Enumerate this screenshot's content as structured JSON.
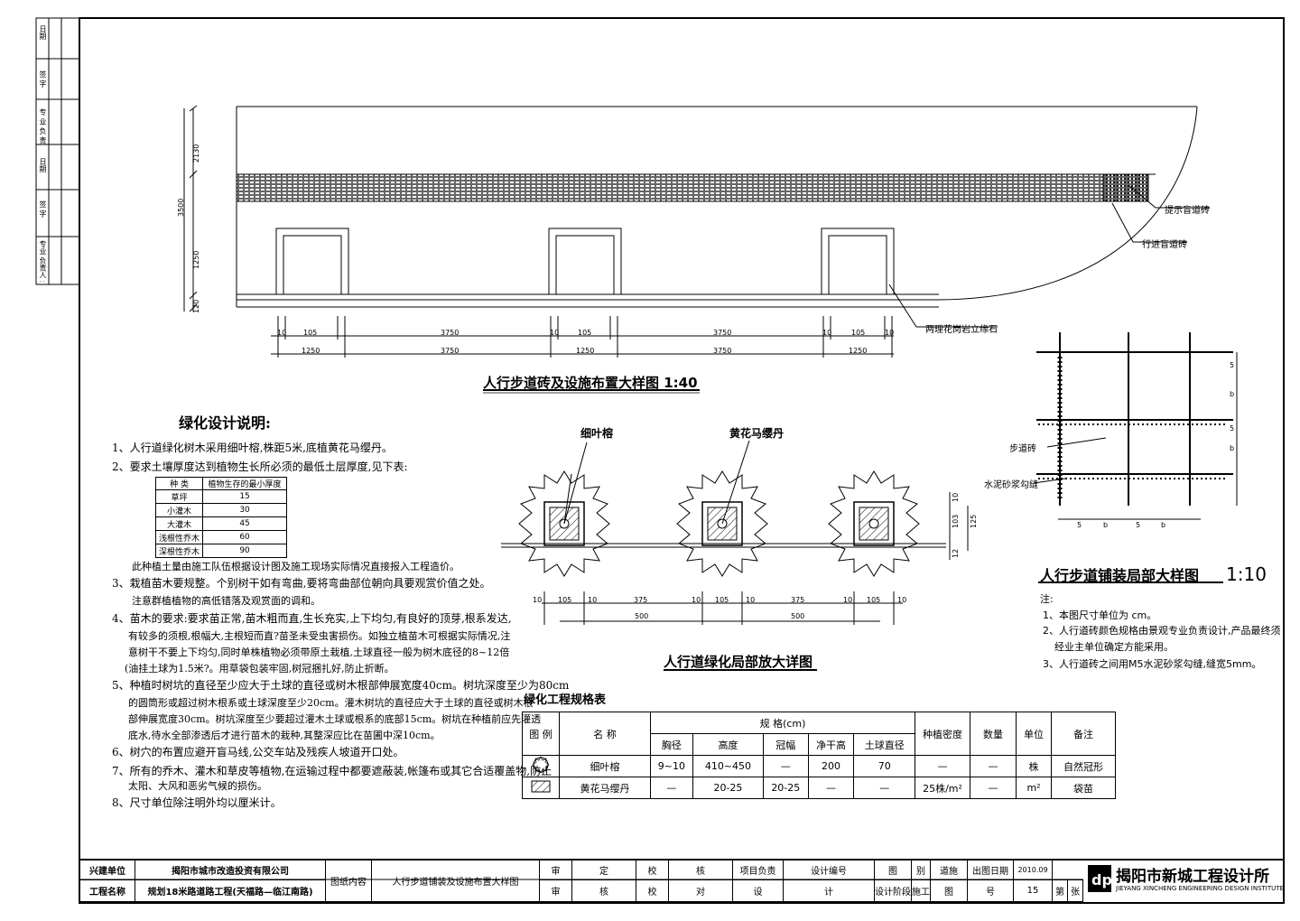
{
  "elevation": {
    "title": "人行步道砖及设施布置大样图 1:40",
    "label_tactile": "提示盲道砖",
    "label_guide": "行进盲道砖",
    "label_curb": "两理花岗岩立缘石",
    "dims_top": [
      "10",
      "105",
      "3750",
      "10",
      "105",
      "3750",
      "10",
      "105",
      "10"
    ],
    "dims_bottom": [
      "1250",
      "3750",
      "1250",
      "3750",
      "1250"
    ],
    "vdims": [
      "2130",
      "3500",
      "1250",
      "120"
    ]
  },
  "notes": {
    "heading": "绿化设计说明:",
    "lines": [
      "1、人行道绿化树木采用细叶榕,株距5米,底植黄花马缨丹。",
      "2、要求土壤厚度达到植物生长所必须的最低土层厚度,见下表:",
      "此种植土量由施工队伍根据设计图及施工现场实际情况直接报入工程造价。",
      "3、栽植苗木要规整。个别树干如有弯曲,要将弯曲部位朝向具要观赏价值之处。",
      "注意群植植物的高低错落及观赏面的调和。",
      "4、苗木的要求:要求苗正常,苗木粗而直,生长充实,上下均匀,有良好的顶芽,根系发达,",
      "有较多的须根,根幅大,主根短而直?苗圣未受虫害损伤。如独立植苗木可根据实际情况,注",
      "意树干不要上下均匀,同时单株植物必须带原土栽植,土球直径一般为树木底径的8~12倍",
      "(油挂土球为1.5米?。用草袋包装牢固,树冠捆扎好,防止折断。",
      "5、种植时树坑的直径至少应大于土球的直径或树木根部伸展宽度40cm。树坑深度至少为80cm",
      "的圆筒形或超过树木根系或土球深度至少20cm。灌木树坑的直径应大于土球的直径或树木根",
      "部伸展宽度30cm。树坑深度至少要超过灌木土球或根系的底部15cm。树坑在种植前应先灌透",
      "底水,待水全部渗透后才进行苗木的栽种,其整深应比在苗圃中深10cm。",
      "6、树穴的布置应避开盲马线,公交车站及残疾人坡道开口处。",
      "7、所有的乔木、灌木和草皮等植物,在运输过程中都要遮蔽装,帐篷布或其它合适覆盖物,防止",
      "太阳、大风和恶劣气候的损伤。",
      "8、尺寸单位除注明外均以厘米计。"
    ],
    "soil_table": {
      "headers": [
        "种 类",
        "植物生存的最小厚度"
      ],
      "rows": [
        [
          "草坪",
          "15"
        ],
        [
          "小灌木",
          "30"
        ],
        [
          "大灌木",
          "45"
        ],
        [
          "浅根性乔木",
          "60"
        ],
        [
          "深根性乔木",
          "90"
        ]
      ]
    }
  },
  "planting": {
    "title": "人行道绿化局部放大详图",
    "label_ficus": "细叶榕",
    "label_lantana": "黄花马缨丹",
    "dims_top": [
      "10",
      "105",
      "10",
      "375",
      "10",
      "105",
      "10",
      "375",
      "10",
      "105",
      "10"
    ],
    "dims_bottom": [
      "500",
      "500"
    ],
    "vdims": [
      "10",
      "103",
      "125",
      "12"
    ]
  },
  "paving": {
    "title": "人行步道铺装局部大样图",
    "scale": "1:10",
    "label_brick": "步道砖",
    "label_mortar": "水泥砂浆勾缝",
    "notes_heading": "注:",
    "notes": [
      "1、本图尺寸单位为 cm。",
      "2、人行道砖颜色规格由景观专业负责设计,产品最终须",
      "经业主单位确定方能采用。",
      "3、人行道砖之间用M5水泥砂浆勾缝,缝宽5mm。"
    ],
    "dim_labels": [
      "5",
      "b",
      "5",
      "b",
      "5",
      "b",
      "5",
      "b"
    ]
  },
  "spec_table": {
    "title": "绿化工程规格表",
    "h_legend": "图 例",
    "h_name": "名  称",
    "h_spec": "规  格(cm)",
    "h_sub": [
      "胸径",
      "高度",
      "冠幅",
      "净干高",
      "土球直径"
    ],
    "h_density": "种植密度",
    "h_qty": "数量",
    "h_unit": "单位",
    "h_remark": "备注",
    "rows": [
      {
        "name": "细叶榕",
        "dbh": "9~10",
        "height": "410~450",
        "crown": "—",
        "clear": "200",
        "ball": "70",
        "density": "—",
        "qty": "—",
        "unit": "株",
        "remark": "自然冠形"
      },
      {
        "name": "黄花马缨丹",
        "dbh": "—",
        "height": "20-25",
        "crown": "20-25",
        "clear": "—",
        "ball": "—",
        "density": "25株/m²",
        "qty": "—",
        "unit": "m²",
        "remark": "袋苗"
      }
    ]
  },
  "title_block": {
    "r1": [
      "兴建单位",
      "揭阳市城市改造投资有限公司",
      "图纸内容",
      "人行步道铺装及设施布置大样图",
      "审",
      "定",
      "校",
      "核",
      "项目负责",
      "设计编号",
      "图",
      "别",
      "道施",
      "出图日期",
      "2010.09"
    ],
    "r2": [
      "工程名称",
      "规划18米路道路工程(天福路—临江南路)",
      "审",
      "核",
      "校",
      "对",
      "设",
      "计",
      "设计阶段",
      "施工",
      "图",
      "号",
      "15",
      "第",
      "张"
    ],
    "firm": "揭阳市新城工程设计所",
    "firm_en": "JIEYANG XINCHENG ENGINEERING DESIGN INSTITUTE"
  },
  "left_strip": [
    "日期",
    "签 字",
    "专 业 负 责",
    "日期",
    "签 字",
    "专业 负责人 注册号"
  ]
}
